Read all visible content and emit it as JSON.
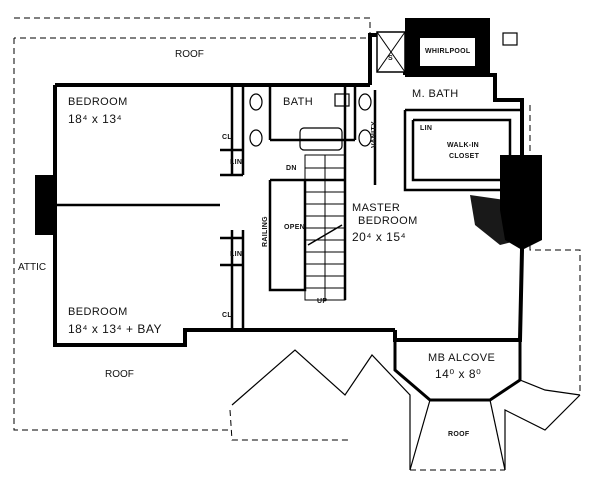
{
  "rooms": {
    "bedroom_1": {
      "name": "BEDROOM",
      "dims": "18⁴ x 13⁴"
    },
    "bedroom_2": {
      "name": "BEDROOM",
      "dims": "18⁴ x 13⁴ + BAY"
    },
    "master_bedroom": {
      "name_line1": "MASTER",
      "name_line2": "BEDROOM",
      "dims": "20⁴ x 15⁴"
    },
    "mb_alcove": {
      "name": "MB ALCOVE",
      "dims": "14⁰ x 8⁰"
    },
    "bath": {
      "name": "BATH"
    },
    "m_bath": {
      "name": "M. BATH"
    },
    "walk_in_closet": {
      "name_line1": "WALK-IN",
      "name_line2": "CLOSET"
    },
    "attic": {
      "name": "ATTIC"
    }
  },
  "labels": {
    "roof_top": "ROOF",
    "roof_bottom_left": "ROOF",
    "roof_bottom_center": "ROOF",
    "whirlpool": "WHIRLPOOL",
    "shower": "S",
    "vanity": "VANITY",
    "railing": "RAILING",
    "open": "OPEN",
    "dn": "DN",
    "up": "UP",
    "closet_1": "CL",
    "closet_2": "CL",
    "linen_1": "LIN",
    "linen_2": "LIN",
    "linen_3": "LIN"
  }
}
